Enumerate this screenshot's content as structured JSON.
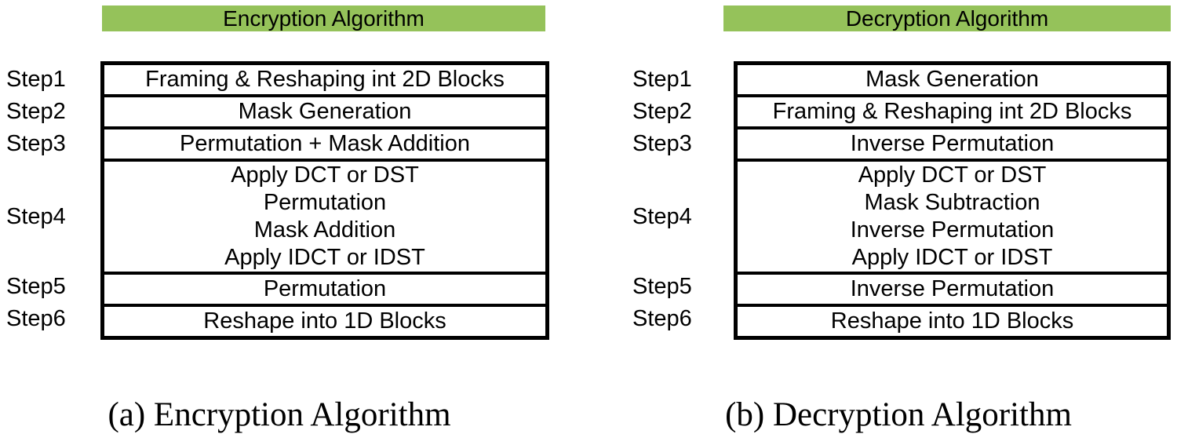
{
  "colors": {
    "header_green": "#95C25A",
    "border_black": "#000000",
    "text_black": "#000000",
    "background": "#FFFFFF"
  },
  "encryption": {
    "header": "Encryption Algorithm",
    "caption": "(a) Encryption Algorithm",
    "steps": [
      {
        "label": "Step1",
        "lines": [
          "Framing & Reshaping int 2D Blocks"
        ]
      },
      {
        "label": "Step2",
        "lines": [
          "Mask Generation"
        ]
      },
      {
        "label": "Step3",
        "lines": [
          "Permutation + Mask Addition"
        ]
      },
      {
        "label": "Step4",
        "lines": [
          "Apply DCT or DST",
          "Permutation",
          "Mask Addition",
          "Apply IDCT or IDST"
        ]
      },
      {
        "label": "Step5",
        "lines": [
          "Permutation"
        ]
      },
      {
        "label": "Step6",
        "lines": [
          "Reshape into 1D Blocks"
        ]
      }
    ]
  },
  "decryption": {
    "header": "Decryption Algorithm",
    "caption": "(b) Decryption Algorithm",
    "steps": [
      {
        "label": "Step1",
        "lines": [
          "Mask Generation"
        ]
      },
      {
        "label": "Step2",
        "lines": [
          "Framing & Reshaping int 2D Blocks"
        ]
      },
      {
        "label": "Step3",
        "lines": [
          "Inverse Permutation"
        ]
      },
      {
        "label": "Step4",
        "lines": [
          "Apply DCT or DST",
          "Mask Subtraction",
          "Inverse Permutation",
          "Apply IDCT or IDST"
        ]
      },
      {
        "label": "Step5",
        "lines": [
          "Inverse Permutation"
        ]
      },
      {
        "label": "Step6",
        "lines": [
          "Reshape into 1D Blocks"
        ]
      }
    ]
  }
}
